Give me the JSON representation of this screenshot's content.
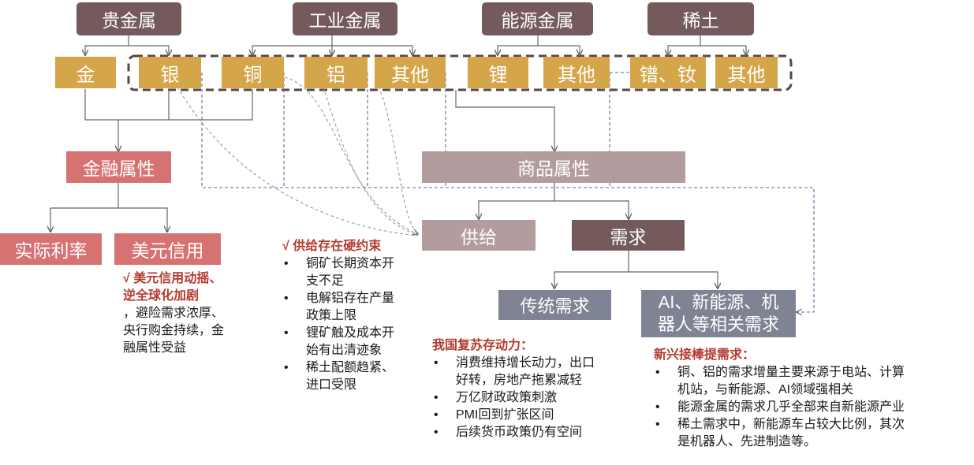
{
  "categories": [
    "贵金属",
    "工业金属",
    "能源金属",
    "稀土"
  ],
  "metals": [
    "金",
    "银",
    "铜",
    "铝",
    "其他",
    "锂",
    "其他",
    "镨、钕",
    "其他"
  ],
  "attributes": {
    "financial": "金融属性",
    "commodity": "商品属性"
  },
  "financial_drivers": [
    "实际利率",
    "美元信用"
  ],
  "commodity_drivers": {
    "supply": "供给",
    "demand": "需求"
  },
  "demand_types": {
    "traditional": "传统需求",
    "emerging_line1": "AI、新能源、机",
    "emerging_line2": "器人等相关需求"
  },
  "note_financial": {
    "title_line1": "√ 美元信用动摇、",
    "title_line2": "逆全球化加剧",
    "body": [
      "，避险需求浓厚、",
      "央行购金持续，金",
      "融属性受益"
    ]
  },
  "note_supply": {
    "title": "√ 供给存在硬约束",
    "bullets": [
      [
        "铜矿长期资本开",
        "支不足"
      ],
      [
        "电解铝存在产量",
        "政策上限"
      ],
      [
        "锂矿触及成本开",
        "始有出清迹象"
      ],
      [
        "稀土配额趋紧、",
        "进口受限"
      ]
    ]
  },
  "note_recovery": {
    "title": "我国复苏存动力：",
    "bullets": [
      [
        "消费维持增长动力，出口",
        "好转，房地产拖累减轻"
      ],
      [
        "万亿财政政策刺激"
      ],
      [
        "PMI回到扩张区间"
      ],
      [
        "后续货币政策仍有空间"
      ]
    ]
  },
  "note_emerging": {
    "title": "新兴接棒提需求：",
    "bullets": [
      [
        "铜、铝的需求增量主要来源于电站、计算",
        "机站，与新能源、AI领域强相关"
      ],
      [
        "能源金属的需求几乎全部来自新能源产业"
      ],
      [
        "稀土需求中，新能源车占较大比例，其次",
        "是机器人、先进制造等。"
      ]
    ]
  },
  "colors": {
    "category": "#745a5b",
    "metal": "#d5a54a",
    "financial": "#d77272",
    "commodity": "#b39c9d",
    "demand": "#745a5b",
    "demand_type": "#7e8493",
    "note_title": "#b33a2e"
  }
}
